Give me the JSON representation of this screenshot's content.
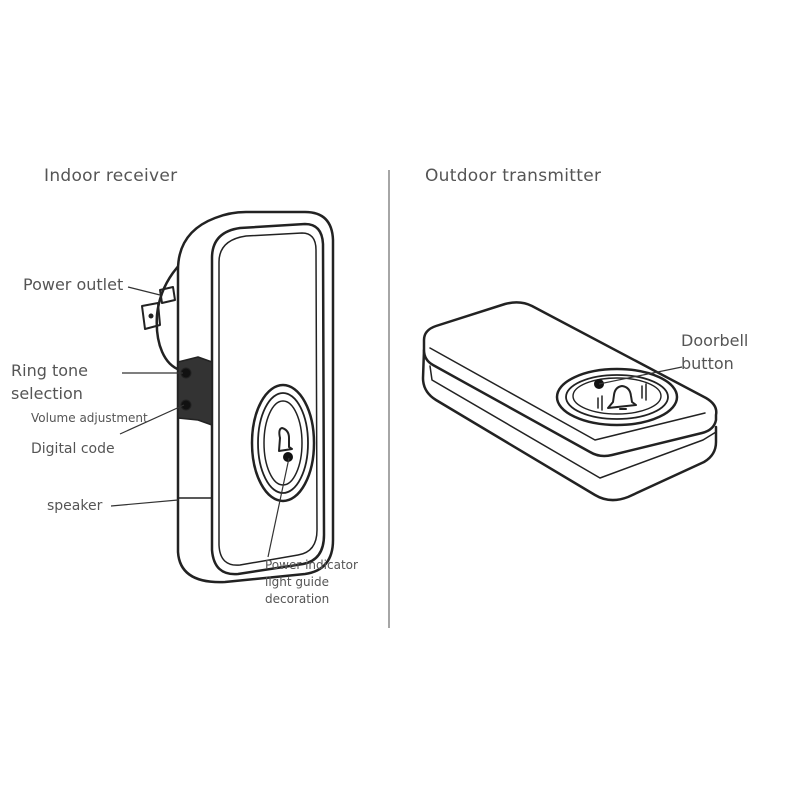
{
  "receiver": {
    "title": "Indoor receiver",
    "labels": {
      "power_outlet": "Power outlet",
      "ring_tone": "Ring tone\nselection",
      "volume": "Volume adjustment",
      "digital_code": "Digital code",
      "speaker": "speaker",
      "indicator": "Power indicator\nlight guide\ndecoration"
    }
  },
  "transmitter": {
    "title": "Outdoor transmitter",
    "labels": {
      "doorbell_button": "Doorbell\nbutton"
    }
  }
}
